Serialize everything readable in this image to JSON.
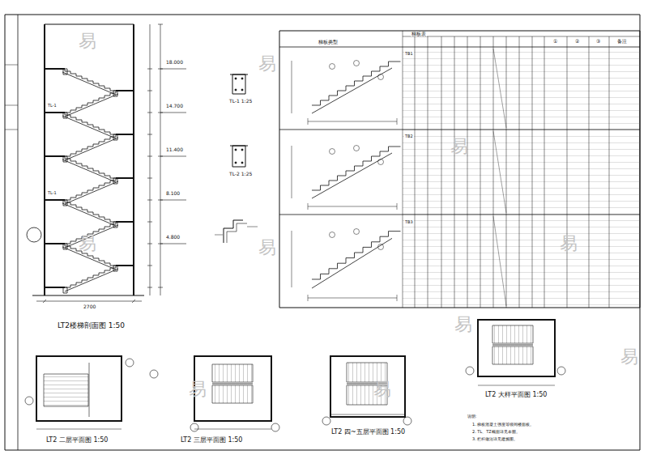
{
  "diagram": {
    "labels": [
      "LT2楼梯剖面图 1:50",
      "TL-1 1:25",
      "TL-2 1:25",
      "梯板表",
      "梯板类型",
      "①",
      "②",
      "③",
      "备注",
      "TB1",
      "TB2",
      "TB3",
      "18.000",
      "14.700",
      "11.400",
      "8.100",
      "4.800",
      "TL-1",
      "TL-1",
      "2700",
      "LT2 二层平面图 1:50",
      "LT2 三层平面图 1:50",
      "LT2 四~五层平面图 1:50",
      "LT2 大样平面图 1:50",
      "说明:",
      "1. 梯板混凝土强度等级同楼面板。",
      "2. TL、TZ截面详见本图。",
      "3. 栏杆做法详见建施图。",
      "易",
      "易",
      "易",
      "易",
      "易",
      "易",
      "易",
      "易",
      "易",
      "易"
    ]
  }
}
